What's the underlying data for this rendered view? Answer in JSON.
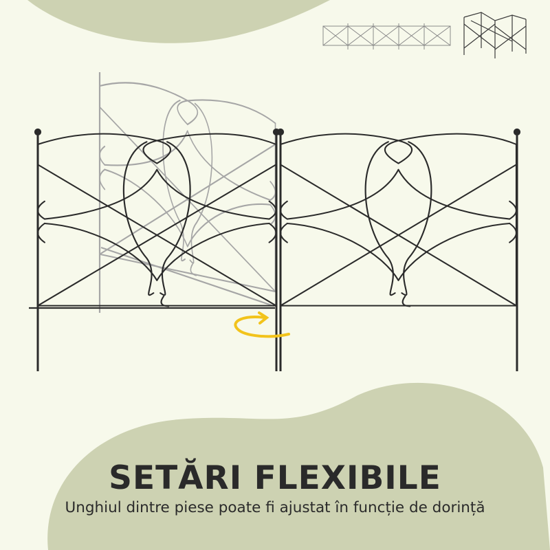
{
  "headline": "SETĂRI FLEXIBILE",
  "subline": "Unghiul dintre piese poate fi ajustat în funcție de dorință",
  "colors": {
    "background": "#f7f9eb",
    "blob": "#cdd2b2",
    "fence": "#2b2b2b",
    "ghost_fence": "#a6a6a6",
    "arrow": "#f2c31b"
  },
  "icons": [
    "rotate-arrow-icon",
    "fence-line-thumbnail",
    "fence-square-thumbnail"
  ]
}
